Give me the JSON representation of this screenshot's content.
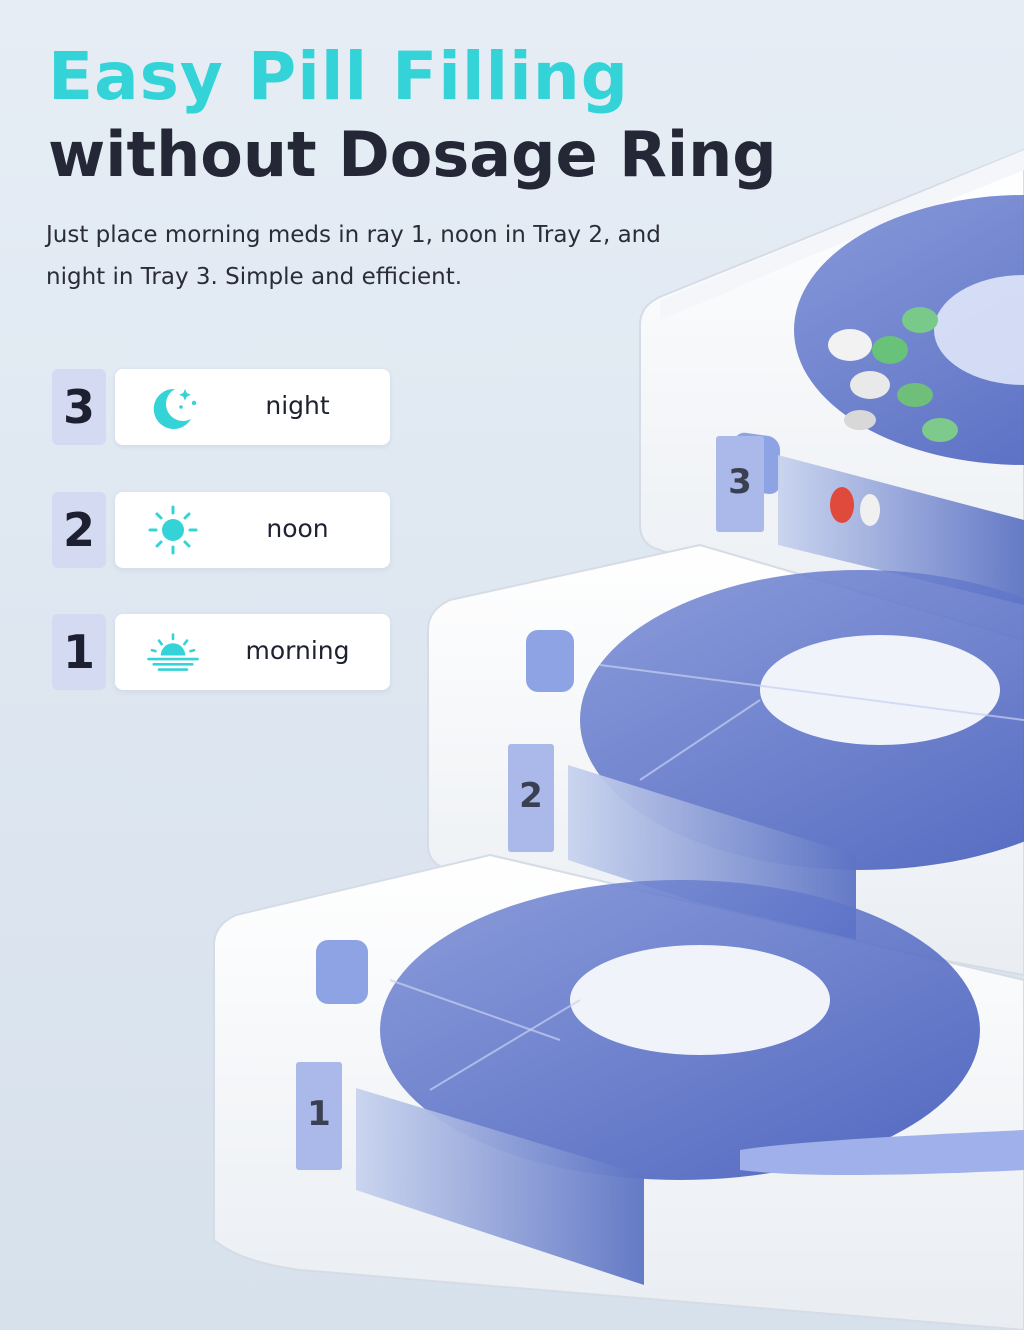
{
  "header": {
    "title_line1": "Easy Pill Filling",
    "title_line2": "without Dosage Ring",
    "subtitle": "Just place morning meds in ray 1, noon in Tray 2, and night in Tray 3. Simple and efficient."
  },
  "schedule": [
    {
      "number": "3",
      "label": "night",
      "icon": "moon-stars-icon"
    },
    {
      "number": "2",
      "label": "noon",
      "icon": "sun-icon"
    },
    {
      "number": "1",
      "label": "morning",
      "icon": "sunrise-icon"
    }
  ],
  "trays": [
    {
      "label": "3"
    },
    {
      "label": "2"
    },
    {
      "label": "1"
    }
  ],
  "colors": {
    "accent": "#34d3d8",
    "text_dark": "#232736",
    "number_box": "#d4daf2",
    "tray_label": "#aab8ea"
  }
}
